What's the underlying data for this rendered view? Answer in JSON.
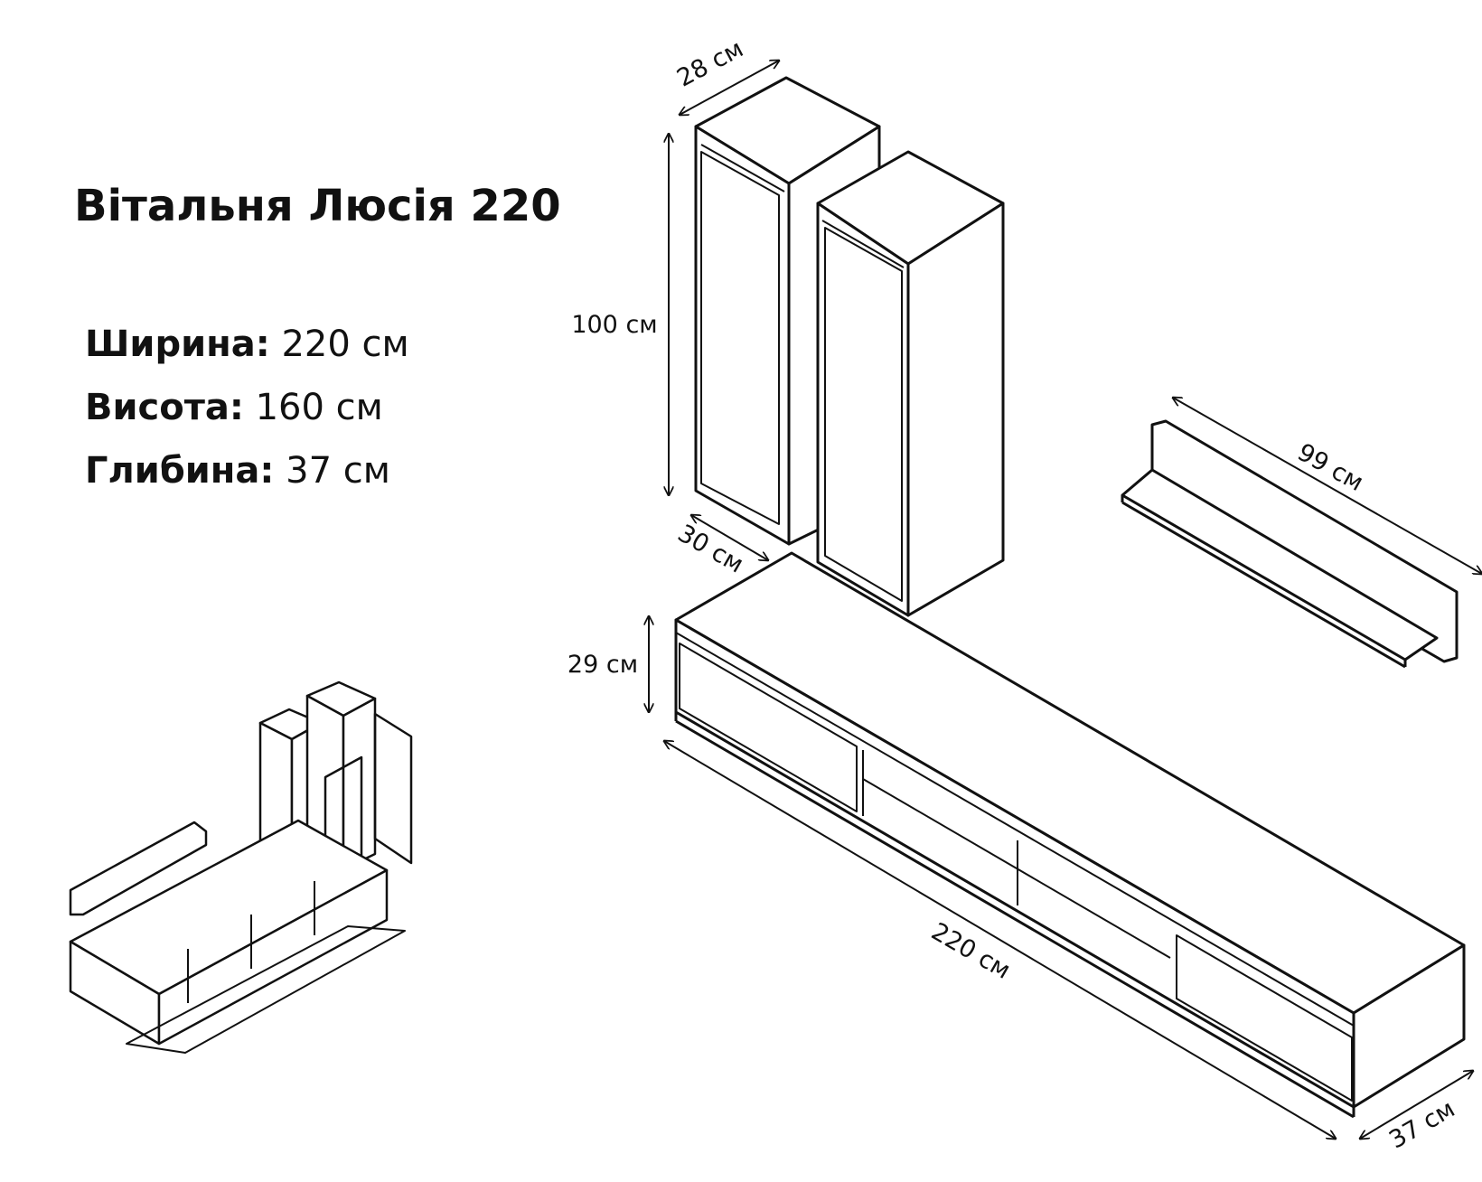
{
  "title": "Вітальня Люсія 220",
  "specs": {
    "width_label": "Ширина:",
    "width_value": " 220 см",
    "height_label": "Висота:",
    "height_value": " 160 см",
    "depth_label": "Глибина:",
    "depth_value": " 37 см"
  },
  "dimensions": {
    "cabinet_width": "28 см",
    "cabinet_height": "100 см",
    "cabinet_depth": "30 см",
    "shelf_length": "99 см",
    "tv_height": "29 см",
    "tv_length": "220 см",
    "tv_depth": "37 см"
  },
  "colors": {
    "line": "#111111",
    "background": "#ffffff"
  }
}
